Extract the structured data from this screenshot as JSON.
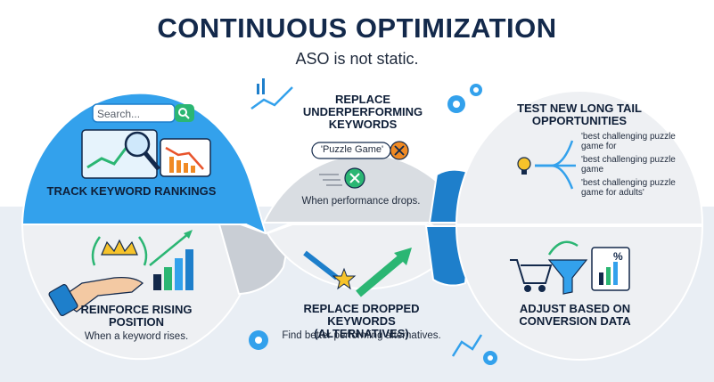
{
  "title": "CONTINUOUS OPTIMIZATION",
  "subtitle": "ASO is not static.",
  "sections": {
    "track": {
      "title": "TRACK KEYWORD RANKINGS",
      "search_placeholder": "Search..."
    },
    "replace_underperforming": {
      "title": "REPLACE UNDERPERFORMING KEYWORDS",
      "keyword_pill": "'Puzzle Game'",
      "note": "When performance drops."
    },
    "test_long_tail": {
      "title": "TEST NEW LONG TAIL OPPORTUNITIES",
      "examples": [
        "'best challenging puzzle game for",
        "'best challenging puzzle game",
        "'best challenging puzzle game for adults'"
      ]
    },
    "reinforce": {
      "title": "REINFORCE RISING POSITION",
      "note": "When a keyword rises."
    },
    "replace_dropped": {
      "title": "REPLACE DROPPED KEYWORDS (ALTERNATIVES)",
      "note": "Find better performing alternatives."
    },
    "adjust": {
      "title": "ADJUST BASED ON CONVERSION DATA"
    }
  },
  "colors": {
    "accent_blue": "#33a1ec",
    "navy": "#13294b",
    "green": "#3aa84a",
    "orange": "#f08a24",
    "red_orange": "#e8542c",
    "light_panel": "#eef0f3",
    "gray_panel": "#d6dadf"
  },
  "icons": [
    "search-icon",
    "magnifier-icon",
    "line-chart-icon",
    "crown-icon",
    "hand-icon",
    "bar-chart-icon",
    "x-circle-icon",
    "arrow-up-icon",
    "star-icon",
    "lightbulb-icon",
    "cart-icon",
    "funnel-icon",
    "percent-icon",
    "gear-icon"
  ]
}
